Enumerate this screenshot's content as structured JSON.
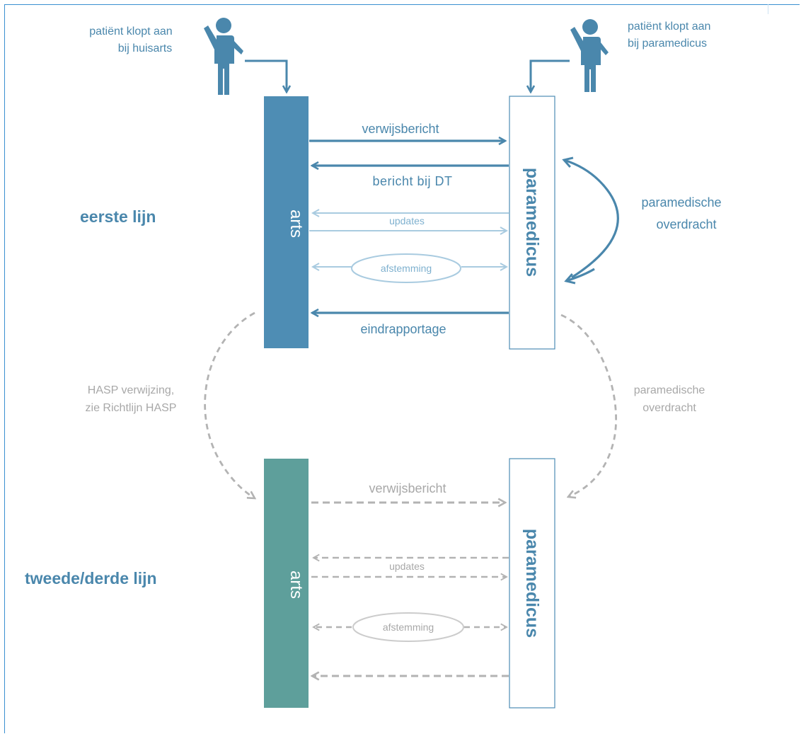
{
  "patients": {
    "left_text_line1": "patiënt klopt aan",
    "left_text_line2": "bij huisarts",
    "right_text_line1": "patiënt klopt aan",
    "right_text_line2": "bij paramedicus",
    "icon": "person-raising-hand-icon"
  },
  "top": {
    "section_label": "eerste lijn",
    "doctor_label": "arts",
    "paramedic_label": "paramedicus",
    "msg_referral": "verwijsbericht",
    "msg_start": "bericht bij DT",
    "msg_updates": "updates",
    "msg_alignment": "afstemming",
    "msg_final": "eindrapportage",
    "handover_line1": "paramedische",
    "handover_line2": "overdracht"
  },
  "transitions": {
    "left_line1": "HASP verwijzing,",
    "left_line2": "zie Richtlijn HASP",
    "right_line1": "paramedische",
    "right_line2": "overdracht"
  },
  "bottom": {
    "section_label": "tweede/derde lijn",
    "doctor_label": "arts",
    "paramedic_label": "paramedicus",
    "msg_referral": "verwijsbericht",
    "msg_updates": "updates",
    "msg_alignment": "afstemming"
  },
  "colors": {
    "blue_dark": "#4a87ac",
    "blue_bar": "#4e8db4",
    "blue_light": "#a9cbe0",
    "teal_bar": "#5e9f9b",
    "grey": "#b3b3b3",
    "grey_text": "#a8a8a8"
  }
}
